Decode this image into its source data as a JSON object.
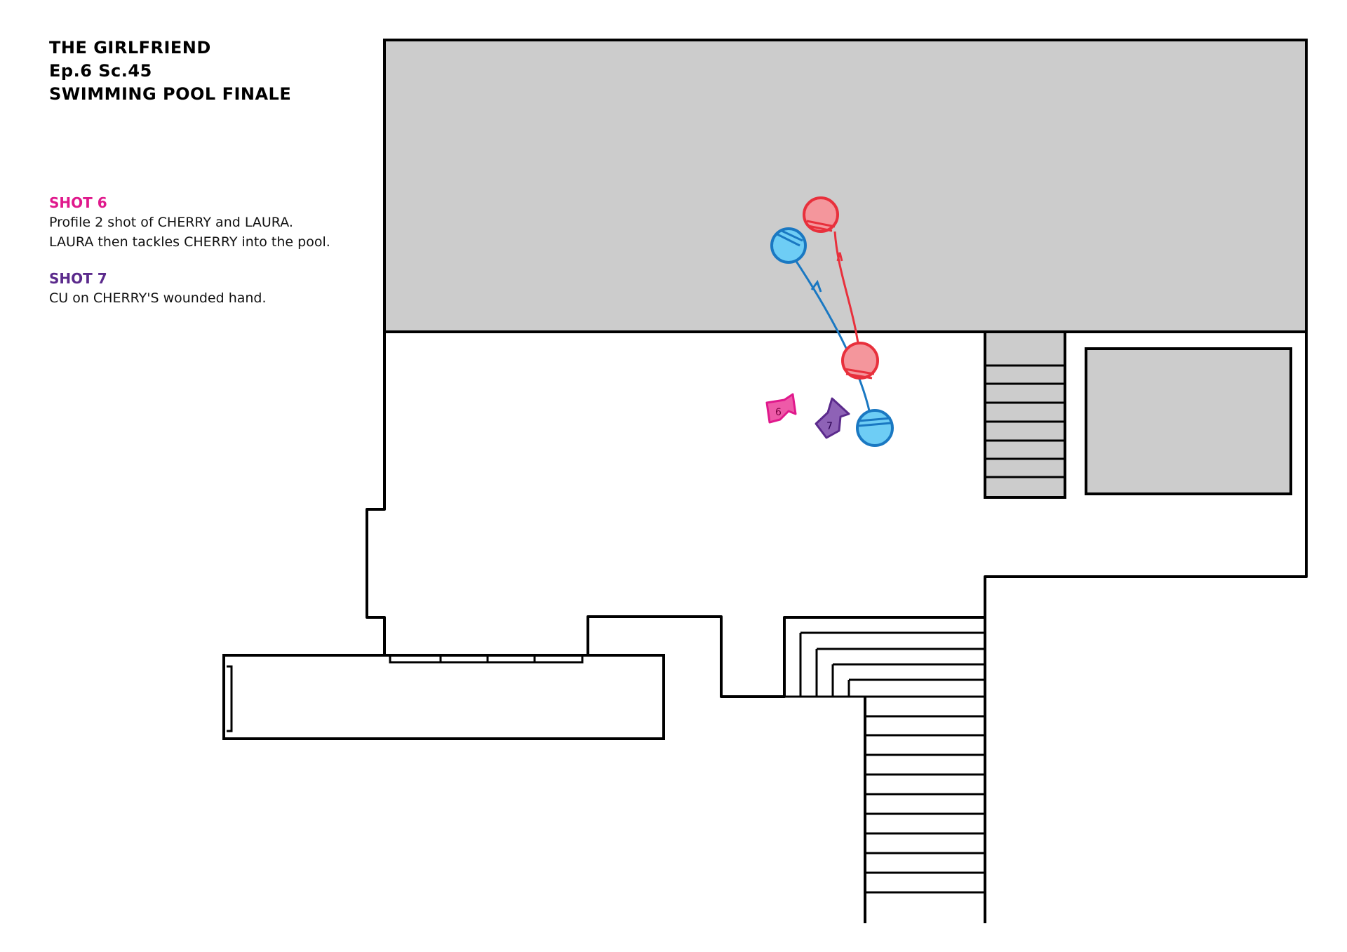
{
  "header": {
    "show": "THE GIRLFRIEND",
    "episode": "Ep.6  Sc.45",
    "scene": "SWIMMING POOL FINALE"
  },
  "shots": [
    {
      "title": "SHOT 6",
      "color": "#e0198c",
      "lines": [
        "Profile 2 shot of CHERRY and LAURA.",
        "LAURA then tackles CHERRY into the pool."
      ]
    },
    {
      "title": "SHOT 7",
      "color": "#5b2a8c",
      "lines": [
        "CU on CHERRY'S wounded hand."
      ]
    }
  ],
  "cameras": [
    {
      "label": "6",
      "color": "#ee5aa8"
    },
    {
      "label": "7",
      "color": "#8e62b6"
    }
  ],
  "colors": {
    "pool_fill": "#cccccc",
    "walls": "#000000",
    "red_character": "#e8303c",
    "red_fill": "#f4969c",
    "blue_character": "#1a78c2",
    "blue_fill": "#6ecdf5"
  }
}
